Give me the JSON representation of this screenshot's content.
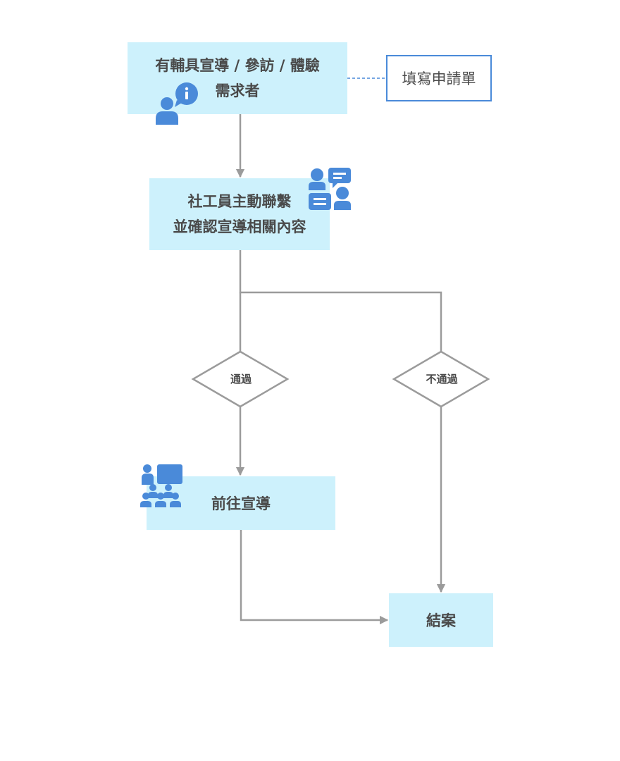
{
  "nodes": {
    "demand": {
      "line1": "有輔具宣導 / 參訪 / 體驗",
      "line2": "需求者"
    },
    "form": {
      "label": "填寫申請單"
    },
    "social": {
      "line1": "社工員主動聯繫",
      "line2": "並確認宣導相關內容"
    },
    "decision_pass": {
      "label": "通過"
    },
    "decision_fail": {
      "label": "不通過"
    },
    "go": {
      "label": "前往宣導"
    },
    "close": {
      "label": "結案"
    }
  },
  "icons": {
    "demand": "person-info-icon",
    "social": "people-chat-icon",
    "go": "presentation-audience-icon"
  },
  "colors": {
    "node_fill": "#cdf1fc",
    "icon": "#4a8ad9",
    "connector": "#9b9b9b",
    "dashed_link": "#4a8ad9",
    "text": "#4a4a4a"
  }
}
